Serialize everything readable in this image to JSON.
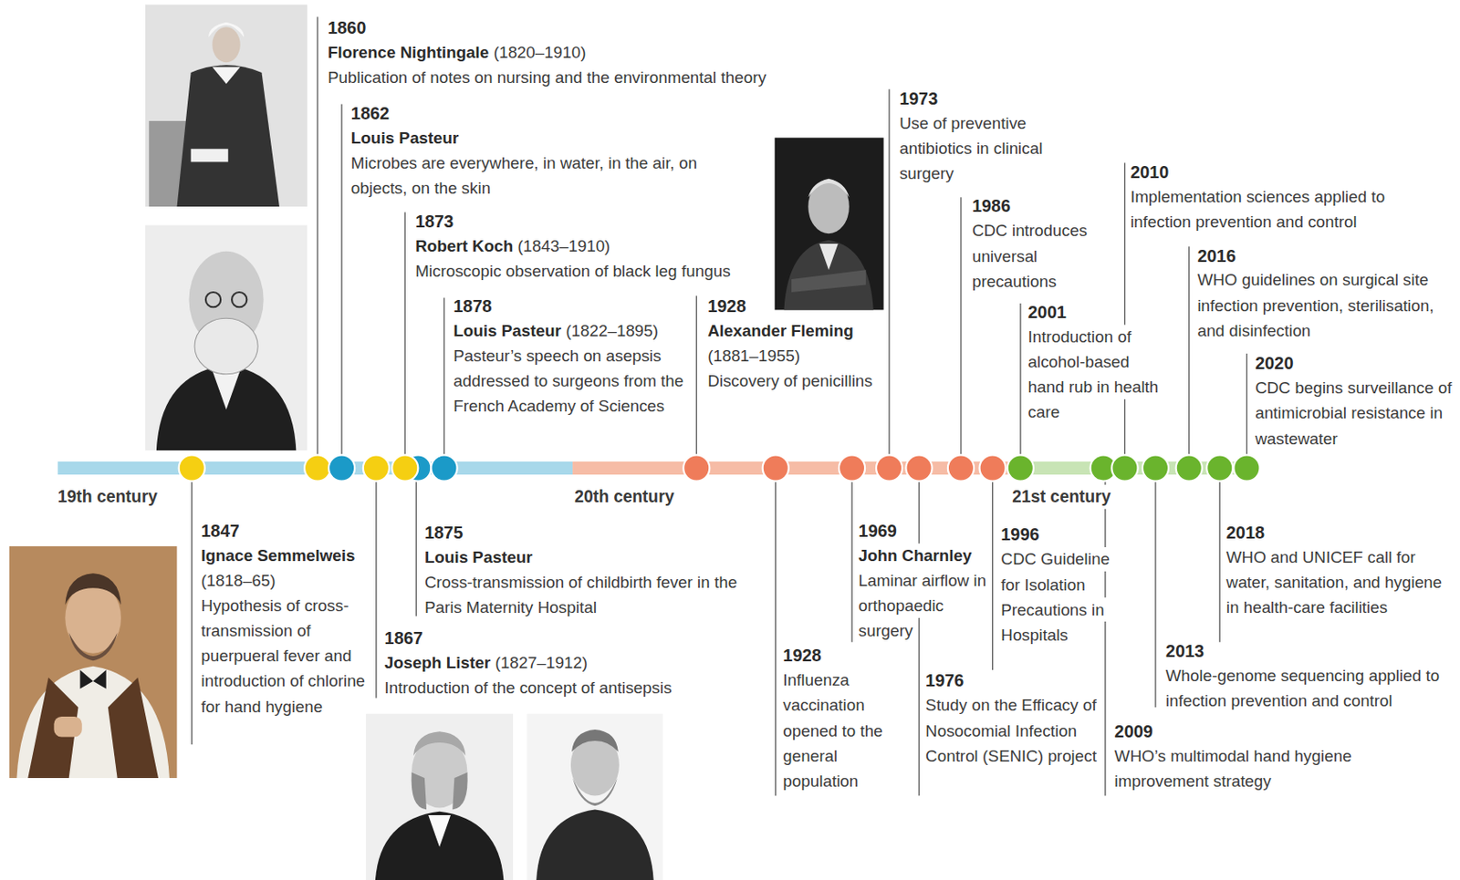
{
  "diagram": {
    "labels": [
      "19th century",
      "20th century",
      "21st century",
      "1860",
      "Florence Nightingale",
      "(1820–1910)",
      "Publication of notes on nursing and the environmental theory",
      "1862",
      "Louis Pasteur",
      "Microbes are everywhere, in water, in the air, on objects, on the skin",
      "1873",
      "Robert Koch",
      "(1843–1910)",
      "Microscopic observation of black leg fungus",
      "1878",
      "Louis Pasteur",
      "(1822–1895)",
      "Pasteur’s speech on asepsis addressed to surgeons from the French Academy of Sciences",
      "1928",
      "Alexander Fleming",
      "(1881–1955)",
      "Discovery of penicillins",
      "1973",
      "Use of preventive antibiotics in clinical surgery",
      "1986",
      "CDC introduces universal precautions",
      "2001",
      "Introduction of alcohol-based hand rub in health care",
      "2010",
      "Implementation sciences applied to infection prevention and control",
      "2016",
      "WHO guidelines on surgical site infection prevention, sterilisation, and disinfection",
      "2020",
      "CDC begins surveillance of antimicrobial resistance in wastewater",
      "1847",
      "Ignace Semmelweis",
      "(1818–65)",
      "Hypothesis of cross-transmission of puerpueral fever and introduction of chlorine for hand hygiene",
      "1867",
      "Joseph Lister",
      "(1827–1912)",
      "Introduction of the concept of antisepsis",
      "1875",
      "Louis Pasteur",
      "Cross-transmission of childbirth fever in the Paris Maternity Hospital",
      "1928",
      "Influenza vaccination opened to the general population",
      "1969",
      "John Charnley",
      "Laminar airflow in orthopaedic surgery",
      "1976",
      "Study on the Efficacy of Nosocomial Infection Control (SENIC) project",
      "1996",
      "CDC Guideline for Isolation Precautions in Hospitals",
      "2009",
      "WHO’s multimodal hand hygiene improvement strategy",
      "2013",
      "Whole-genome sequencing applied to infection prevention and control",
      "2018",
      "WHO and UNICEF call for water, sanitation, and hygiene in health-care facilities"
    ]
  }
}
